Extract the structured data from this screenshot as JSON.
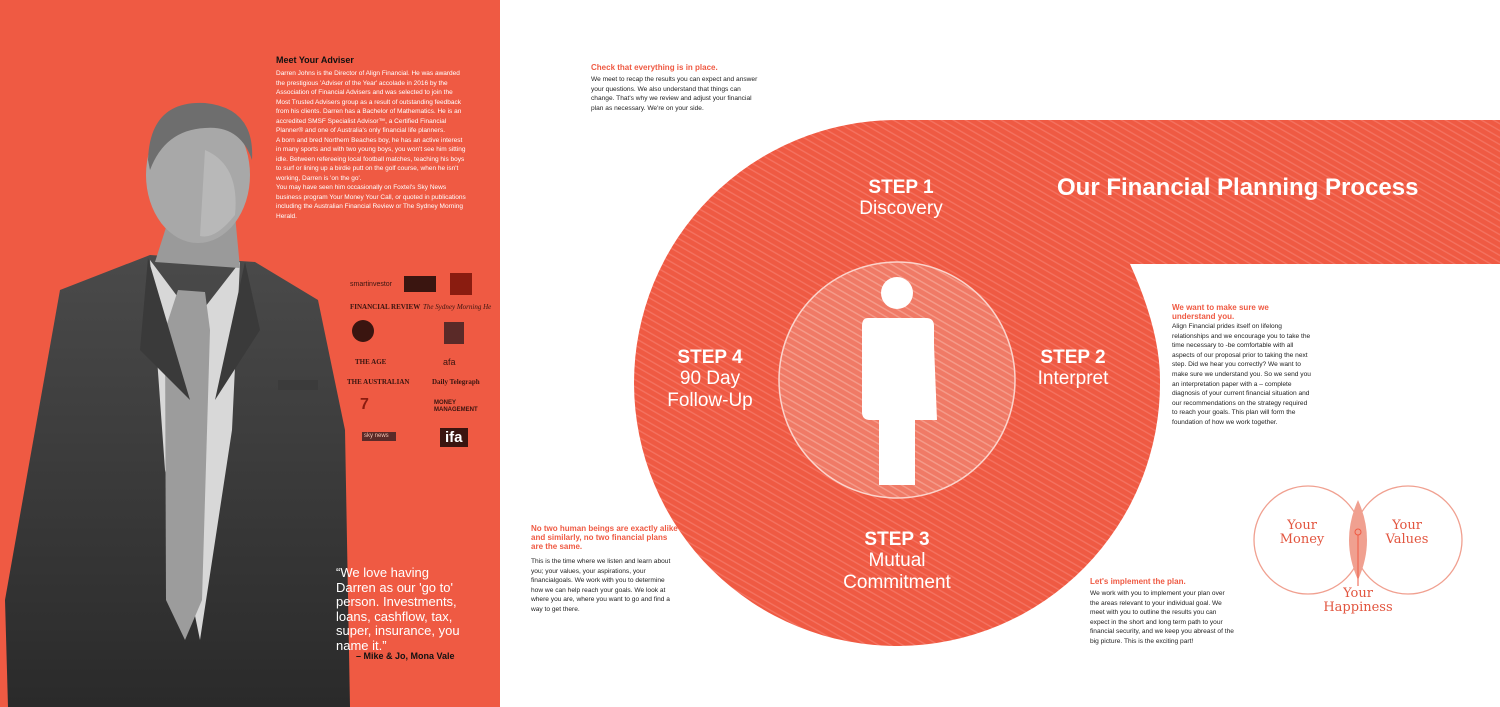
{
  "adviser": {
    "heading": "Meet Your Adviser",
    "paragraphs": [
      "Darren Johns is the Director of Align Financial. He was awarded the prestigious 'Adviser of the Year' accolade in 2016 by the Association of Financial Advisers and was selected to join the Most Trusted Advisers group as a result of outstanding feedback from his clients. Darren has a Bachelor of Mathematics. He is an accredited SMSF Specialist Advisor™, a Certified Financial Planner® and one of Australia's only financial life planners.",
      "A born and bred Northern Beaches boy, he has an active interest in many sports and with two young boys, you won't see him sitting idle. Between refereeing local football matches, teaching his boys to surf or lining up a birdie putt on the golf course, when he isn't working, Darren is 'on the go'.",
      "You may have seen him occasionally on Foxtel's Sky News business program Your Money Your Call, or quoted in publications including the Australian Financial Review or The Sydney Morning Herald."
    ],
    "quote": "“We love having Darren as our 'go to' person. Investments, loans, cashflow, tax, super, insurance, you name it.”",
    "quote_author": "– Mike & Jo, Mona Vale"
  },
  "logos": {
    "smartinvestor": "smartinvestor",
    "financial_review": "FINANCIAL REVIEW",
    "smh": "The Sydney Morning He",
    "the_age": "THE AGE",
    "afa": "afa",
    "the_australian": "THE AUSTRALIAN",
    "daily_telegraph": "Daily Telegraph",
    "money_management": "MONEY MANAGEMENT",
    "sky_news": "sky news",
    "ifa": "ifa",
    "seven": "7"
  },
  "process": {
    "title": "Our Financial Planning Process",
    "steps": [
      {
        "num": "STEP 1",
        "name": "Discovery"
      },
      {
        "num": "STEP 2",
        "name": "Interpret"
      },
      {
        "num": "STEP 3",
        "name": "Mutual Commitment"
      },
      {
        "num": "STEP 4",
        "name": "90 Day Follow-Up"
      }
    ]
  },
  "sections": {
    "check": {
      "title": "Check that everything is in place.",
      "body": "We meet to recap the results you can expect and answer your questions. We also understand that things can change. That's why we review and adjust your financial plan as necessary. We're on your side."
    },
    "understand": {
      "title": "We want to make sure we understand you.",
      "body": "Align Financial prides itself on lifelong relationships and we encourage you to take the time necessary to -be comfortable with all aspects of our proposal prior to taking the next step. Did we hear you correctly? We want to make sure we understand you. So we send you an interpretation paper with a – complete diagnosis of your current financial situation and our recommendations on the strategy required to reach your goals. This plan will form the foundation of how we work together."
    },
    "no_two": {
      "title": "No two human beings are exactly alike and similarly, no two financial plans are the same.",
      "body": "This is the time where we listen and learn about you; your values, your aspirations, your financialgoals. We work with you to determine how we can help reach your goals. We look at where you are, where you want to go and find a way to get there."
    },
    "implement": {
      "title": "Let's implement the plan.",
      "body": "We work with you to implement your plan over the areas relevant to your individual goal. We meet with you to outline the results you can expect in the short and long term path to your financial security, and we keep you abreast of the big picture. This is the exciting part!"
    }
  },
  "venn": {
    "left": "Your Money",
    "right": "Your Values",
    "bottom": "Your Happiness"
  },
  "colors": {
    "accent": "#ef5a43",
    "dark": "#111111"
  }
}
